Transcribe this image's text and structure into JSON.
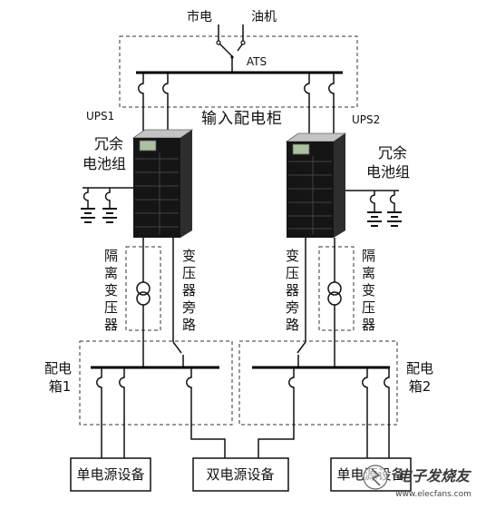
{
  "diagram": {
    "sources": {
      "grid": "市电",
      "generator": "油机"
    },
    "ats": "ATS",
    "input_cabinet": "输入配电柜",
    "ups1": {
      "label": "UPS1",
      "battery_line1": "冗余",
      "battery_line2": "电池组",
      "isolation_transformer": "隔离变压器",
      "bypass": "变压器旁路"
    },
    "ups2": {
      "label": "UPS2",
      "battery_line1": "冗余",
      "battery_line2": "电池组",
      "isolation_transformer": "隔离变压器",
      "bypass": "变压器旁路"
    },
    "distribution_box_1": {
      "line1": "配电",
      "line2": "箱1"
    },
    "distribution_box_2": {
      "line1": "配电",
      "line2": "箱2"
    },
    "loads": {
      "left": "单电源设备",
      "middle": "双电源设备",
      "right": "单电源设备"
    }
  },
  "watermark": {
    "brand": "电子发烧友",
    "url": "www.elecfans.com"
  },
  "colors": {
    "line": "#111111",
    "lcd": "#a9c2a0",
    "cabinet": "#151515",
    "cabinet_top": "#c4c4c4"
  }
}
